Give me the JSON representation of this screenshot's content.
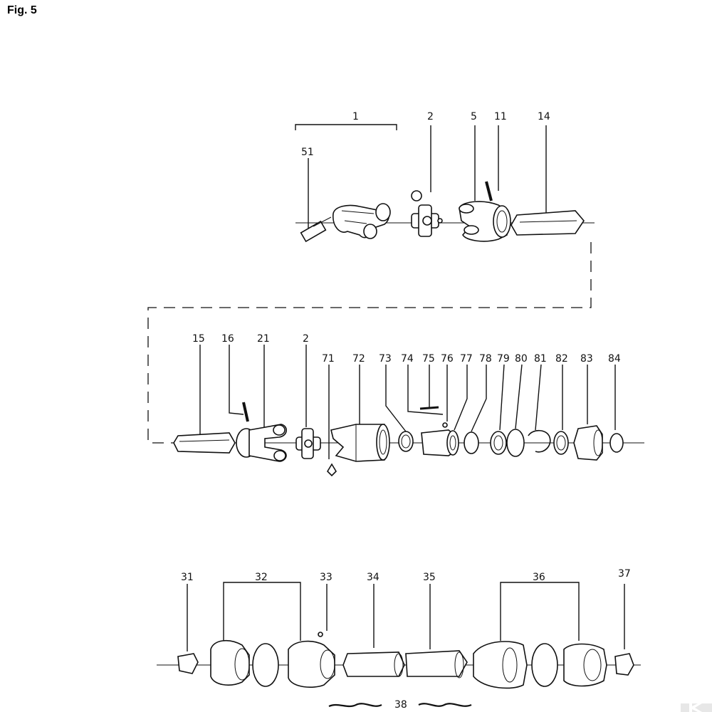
{
  "figure": {
    "title": "Fig. 5"
  },
  "labels": {
    "l1": "1",
    "l51": "51",
    "l2a": "2",
    "l5": "5",
    "l11": "11",
    "l14": "14",
    "l15": "15",
    "l16": "16",
    "l21": "21",
    "l2b": "2",
    "l71": "71",
    "l72": "72",
    "l73": "73",
    "l74": "74",
    "l75": "75",
    "l76": "76",
    "l77": "77",
    "l78": "78",
    "l79": "79",
    "l80": "80",
    "l81": "81",
    "l82": "82",
    "l83": "83",
    "l84": "84",
    "l31": "31",
    "l32": "32",
    "l33": "33",
    "l34": "34",
    "l35": "35",
    "l36": "36",
    "l37": "37",
    "l38": "38"
  },
  "icons": {
    "watermark": "brand-k-logo-icon"
  }
}
